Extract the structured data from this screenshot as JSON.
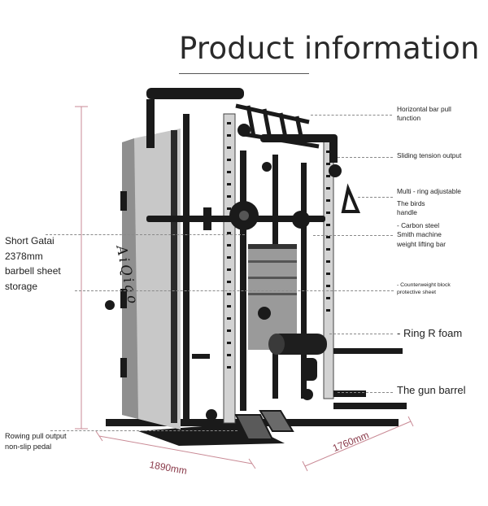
{
  "title": "Product information",
  "left_labels": {
    "barbell_storage": [
      "Short Gatai",
      "2378mm",
      "barbell sheet",
      "storage"
    ],
    "rowing_pedal": [
      "Rowing pull output",
      "non-slip pedal"
    ]
  },
  "right_labels": {
    "horizontal_bar": [
      "Horizontal bar pull",
      "function"
    ],
    "sliding_tension": "Sliding tension output",
    "multi_ring": "Multi - ring adjustable",
    "birds_handle": [
      "The birds",
      "handle"
    ],
    "smith_machine": [
      "- Carbon steel",
      "Smith machine",
      "weight lifting bar"
    ],
    "counterweight": [
      "- Counterweight block",
      "protective sheet"
    ],
    "ring_foam": "- Ring R foam",
    "gun_barrel": "The gun barrel"
  },
  "dimensions": {
    "depth": "1890mm",
    "width": "1760mm"
  },
  "brand_logo": "AiQiao",
  "colors": {
    "frame": "#1a1a1a",
    "upright": "#cfcfcf",
    "panel": "#b9b9b9",
    "dimension_line": "#c98a95"
  }
}
